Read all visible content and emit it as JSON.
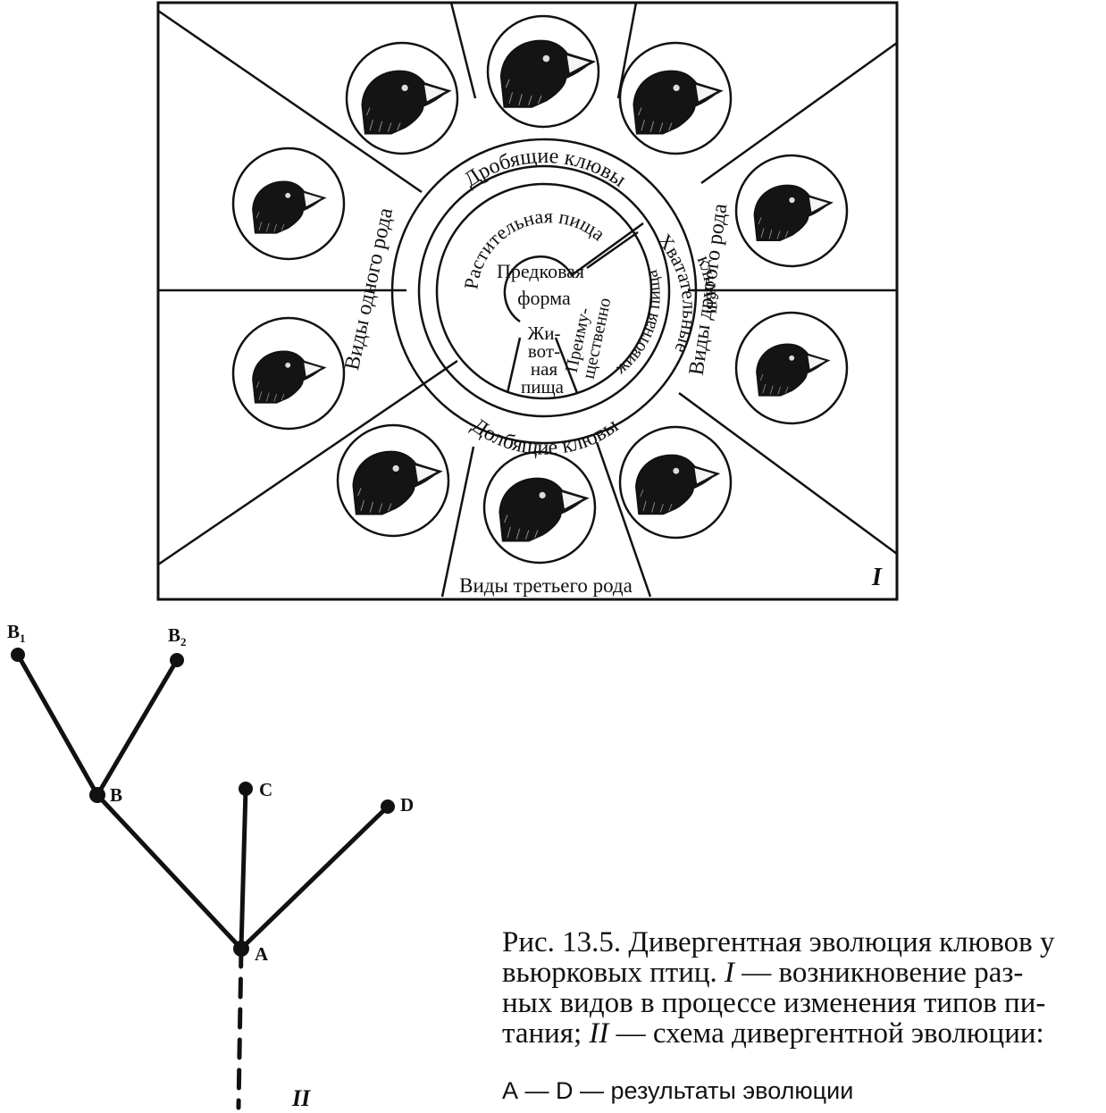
{
  "part1": {
    "numeral": "I",
    "regions": {
      "left": "Виды одного рода",
      "right": "Виды другого рода",
      "bottom": "Виды третьего рода"
    },
    "rings": {
      "outer_top": "Дробящие клювы",
      "outer_bottom": "Долбящие клювы",
      "outer_right_1": "Хватательные",
      "outer_right_2": "клювы",
      "middle_plant": "Растительная пища",
      "middle_mostly_1": "Преиму-",
      "middle_mostly_2": "щественно",
      "middle_mostly_3": "животная пища",
      "animal_1": "Жи-",
      "animal_2": "вот-",
      "animal_3": "ная",
      "animal_4": "пища",
      "center_1": "Предковая",
      "center_2": "форма"
    },
    "icons": [
      "bird-head-icon"
    ]
  },
  "part2": {
    "numeral": "II",
    "nodes": {
      "A": "A",
      "B": "B",
      "C": "C",
      "D": "D",
      "B1_base": "B",
      "B1_sub": "1",
      "B2_base": "B",
      "B2_sub": "2"
    }
  },
  "caption": {
    "l1": "Рис. 13.5. Дивергентная эволюция клювов у",
    "l2a": "вьюрковых птиц. ",
    "l2b": "I",
    "l2c": " — возникновение раз-",
    "l3": "ных видов в процессе изменения типов пи-",
    "l4a": "тания; ",
    "l4b": "II",
    "l4c": " — схема дивергентной эволюции:"
  },
  "legend": "А — D — результаты эволюции"
}
